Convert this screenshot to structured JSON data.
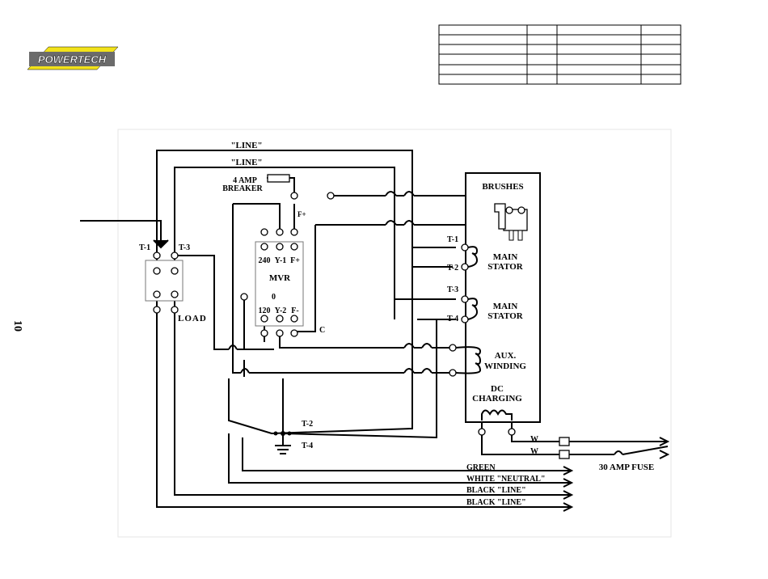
{
  "page_number": "10",
  "logo": {
    "text": "POWERTECH",
    "tagline": ""
  },
  "header_table": {
    "rows": 6,
    "cols": 4
  },
  "labels": {
    "line1": "\"LINE\"",
    "line2": "\"LINE\"",
    "breaker_amp": "4 AMP",
    "breaker": "BREAKER",
    "f_plus_top": "F+",
    "t1_left": "T-1",
    "t3_left": "T-3",
    "load": "LOAD",
    "mvr": "MVR",
    "mvr_240": "240",
    "mvr_y1": "Y-1",
    "mvr_fplus": "F+",
    "mvr_0": "0",
    "mvr_120": "120",
    "mvr_y2": "Y-2",
    "mvr_fminus": "F-",
    "c": "C",
    "brushes": "BRUSHES",
    "t1_right": "T-1",
    "t2_right": "T-2",
    "t3_right": "T-3",
    "t4_right": "T-4",
    "main_stator_1": [
      "MAIN",
      "STATOR"
    ],
    "main_stator_2": [
      "MAIN",
      "STATOR"
    ],
    "aux_winding": [
      "AUX.",
      "WINDING"
    ],
    "dc_charging": [
      "DC",
      "CHARGING"
    ],
    "w1": "W",
    "w2": "W",
    "fuse": "30 AMP FUSE",
    "t2_bottom": "T-2",
    "t4_bottom": "T-4",
    "green": "GREEN",
    "white_neutral": "WHITE \"NEUTRAL\"",
    "black_line_1": "BLACK \"LINE\"",
    "black_line_2": "BLACK \"LINE\""
  },
  "colors": {
    "line": "#000000",
    "frame": "#e6e6e6",
    "logo_yellow": "#f2e21a",
    "logo_grey": "#6b6b6b"
  }
}
